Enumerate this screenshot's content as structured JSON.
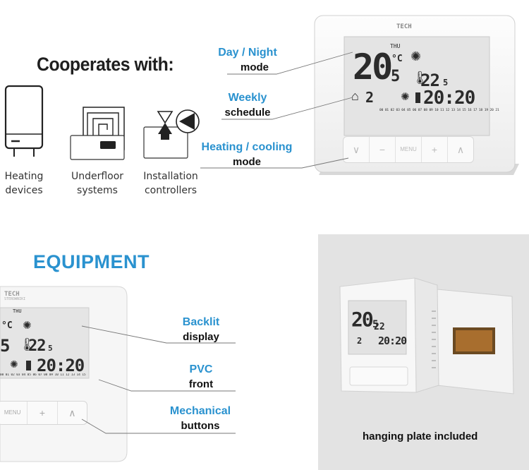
{
  "top": {
    "heading": "Cooperates with:",
    "devices": [
      {
        "label_l1": "Heating",
        "label_l2": "devices",
        "icon": "boiler-icon"
      },
      {
        "label_l1": "Underfloor",
        "label_l2": "systems",
        "icon": "underfloor-heating-icon"
      },
      {
        "label_l1": "Installation",
        "label_l2": "controllers",
        "icon": "valve-pump-icon"
      }
    ],
    "features": [
      {
        "blue": "Day / Night",
        "black": "mode"
      },
      {
        "blue": "Weekly",
        "black": "schedule"
      },
      {
        "blue": "Heating / cooling",
        "black": "mode"
      }
    ]
  },
  "thermostat": {
    "brand": "TECH",
    "brand_sub": "STEROWNIKI",
    "day_code": "THU",
    "main_temp": "20",
    "main_temp_dec": "5",
    "unit": "°C",
    "set_temp": "22",
    "set_temp_dec": "5",
    "zone_num": "2",
    "clock": "20:20",
    "hours_scale": "00 01 02 03 04 05 06 07 08 09 10 11 12 13 14 15 16 17 18 19 20 21",
    "menu_label": "MENU",
    "buttons": [
      "∨",
      "−",
      "MENU",
      "+",
      "∧"
    ]
  },
  "equipment": {
    "heading": "EQUIPMENT",
    "features": [
      {
        "blue": "Backlit",
        "black": "display"
      },
      {
        "blue": "PVC",
        "black": "front"
      },
      {
        "blue": "Mechanical",
        "black": "buttons"
      }
    ]
  },
  "hanging": {
    "caption": "hanging plate included"
  }
}
